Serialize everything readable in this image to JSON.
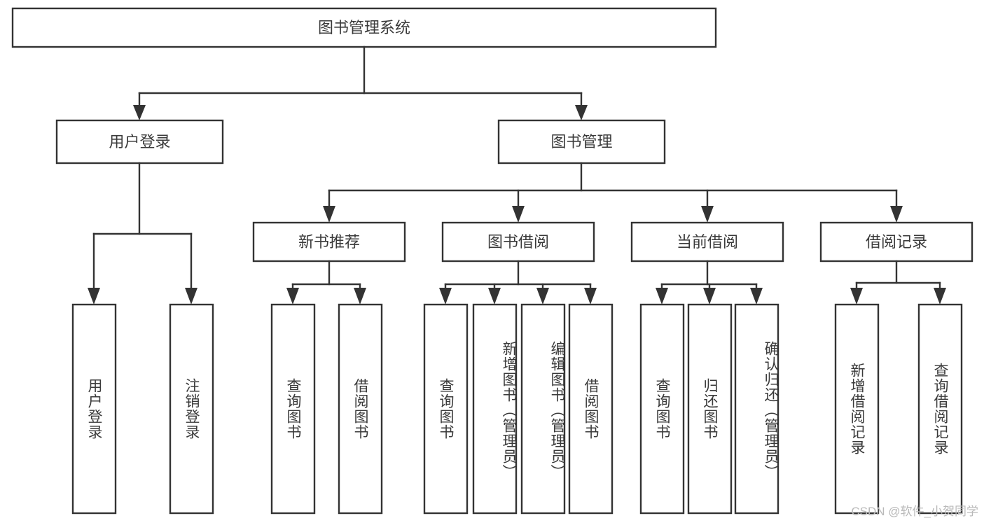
{
  "diagram": {
    "type": "tree-hierarchy-chart",
    "title": "图书管理系统",
    "watermark": "CSDN @软件_小贺同学",
    "colors": {
      "stroke": "#333333",
      "fill": "#ffffff",
      "text": "#3a3a3a",
      "watermark": "#b9b9b9"
    },
    "levels": {
      "root": {
        "label": "图书管理系统"
      },
      "level2": [
        {
          "id": "user-login",
          "label": "用户登录"
        },
        {
          "id": "book-manage",
          "label": "图书管理"
        }
      ],
      "level3": [
        {
          "id": "new-book-recommend",
          "label": "新书推荐",
          "parent": "book-manage"
        },
        {
          "id": "book-borrow",
          "label": "图书借阅",
          "parent": "book-manage"
        },
        {
          "id": "current-borrow",
          "label": "当前借阅",
          "parent": "book-manage"
        },
        {
          "id": "borrow-record",
          "label": "借阅记录",
          "parent": "book-manage"
        }
      ],
      "leaves": [
        {
          "id": "leaf-user-login",
          "label": "用户登录",
          "parent": "user-login"
        },
        {
          "id": "leaf-logout",
          "label": "注销登录",
          "parent": "user-login"
        },
        {
          "id": "leaf-query-book-1",
          "label": "查询图书",
          "parent": "new-book-recommend"
        },
        {
          "id": "leaf-borrow-book-1",
          "label": "借阅图书",
          "parent": "new-book-recommend"
        },
        {
          "id": "leaf-query-book-2",
          "label": "查询图书",
          "parent": "book-borrow"
        },
        {
          "id": "leaf-add-book",
          "label": "新增图书（管理员）",
          "parent": "book-borrow"
        },
        {
          "id": "leaf-edit-book",
          "label": "编辑图书（管理员）",
          "parent": "book-borrow"
        },
        {
          "id": "leaf-borrow-book-2",
          "label": "借阅图书",
          "parent": "book-borrow"
        },
        {
          "id": "leaf-query-book-3",
          "label": "查询图书",
          "parent": "current-borrow"
        },
        {
          "id": "leaf-return-book",
          "label": "归还图书",
          "parent": "current-borrow"
        },
        {
          "id": "leaf-confirm-return",
          "label": "确认归还（管理员）",
          "parent": "current-borrow"
        },
        {
          "id": "leaf-add-record",
          "label": "新增借阅记录",
          "parent": "borrow-record"
        },
        {
          "id": "leaf-query-record",
          "label": "查询借阅记录",
          "parent": "borrow-record"
        }
      ]
    }
  }
}
